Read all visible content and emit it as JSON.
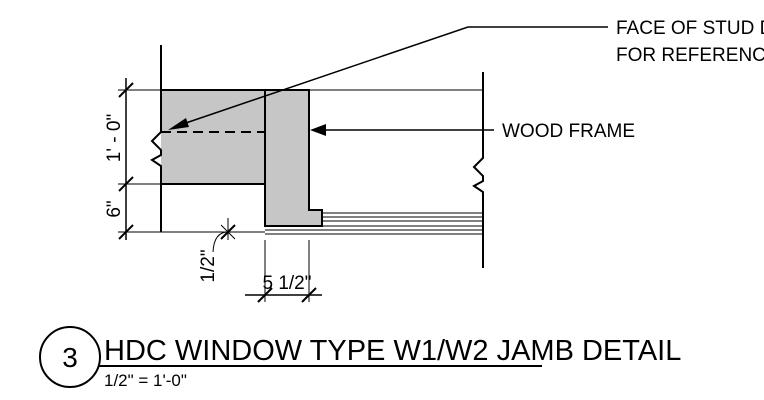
{
  "detail": {
    "number": "3",
    "title": "HDC WINDOW TYPE W1/W2 JAMB DETAIL",
    "scale": "1/2\" = 1'-0\""
  },
  "callouts": {
    "face_of_stud_line1": "FACE OF STUD DASHED",
    "face_of_stud_line2": "FOR REFERENCE",
    "wood_frame": "WOOD FRAME"
  },
  "dimensions": {
    "vertical_top": "1' - 0\"",
    "vertical_bottom": "6\"",
    "offset_small": "1/2\"",
    "horizontal": "5 1/2\""
  },
  "colors": {
    "fill_gray": "#c6c6c6",
    "line": "#000000"
  }
}
